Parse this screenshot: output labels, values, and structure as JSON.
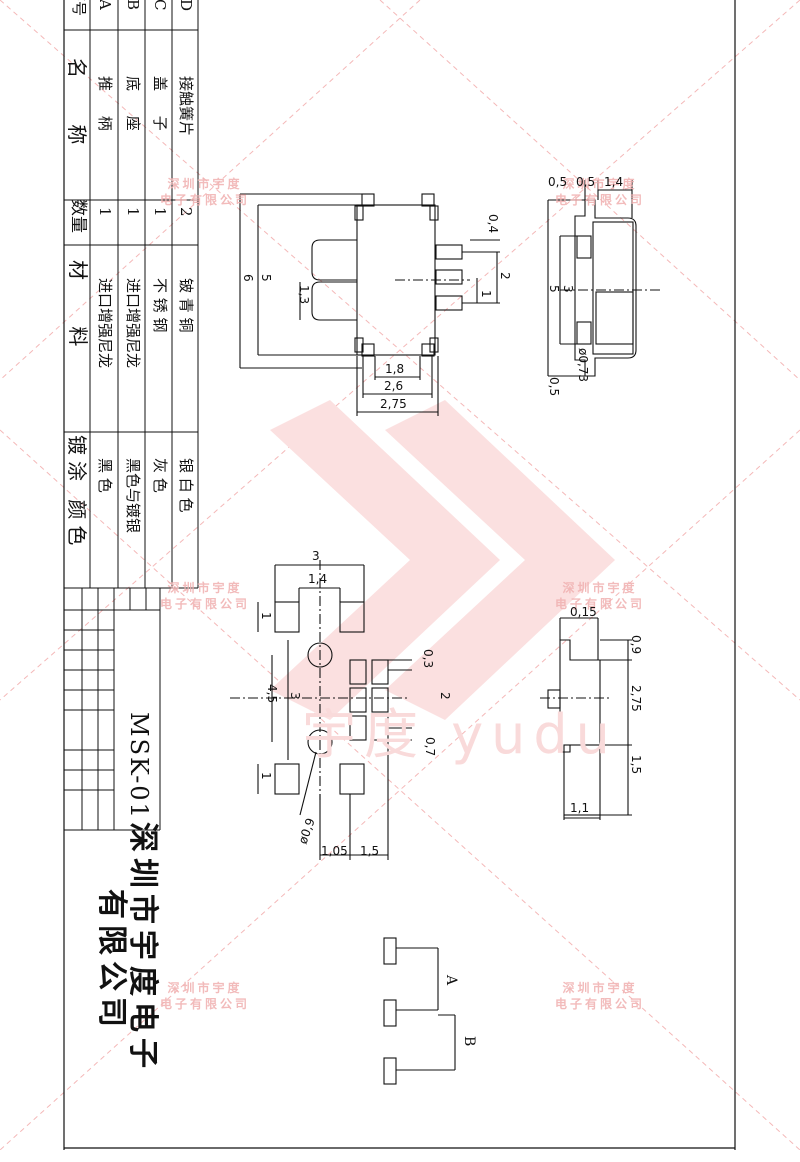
{
  "title_block": {
    "company_line1": "深圳市宇度电子",
    "company_line2": "有限公司",
    "model": "MSK-01"
  },
  "bom": {
    "headers": {
      "index": "序号",
      "name": "名 称",
      "qty": "数量",
      "material": "材 料",
      "coating": "镀涂 颜色"
    },
    "rows": [
      {
        "index": "A",
        "name": "推 柄",
        "qty": "1",
        "material": "进口增强尼龙",
        "coating": "黑 色"
      },
      {
        "index": "B",
        "name": "底 座",
        "qty": "1",
        "material": "进口增强尼龙",
        "coating": "黑色与镀银"
      },
      {
        "index": "C",
        "name": "盖 子",
        "qty": "1",
        "material": "不 锈 钢",
        "coating": "灰 色"
      },
      {
        "index": "D",
        "name": "接触簧片",
        "qty": "2",
        "material": "铍 青 铜",
        "coating": "银 白 色"
      }
    ]
  },
  "watermark": {
    "line1": "深圳市宇度",
    "line2": "电子有限公司",
    "brand": "宇度 yudu"
  },
  "dimensions": {
    "top_view": [
      "0,4",
      "2",
      "1",
      "5",
      "6",
      "1,3",
      "1,8",
      "2,6",
      "2,75"
    ],
    "side_view": [
      "0,5",
      "0,5",
      "1,4",
      "5",
      "3",
      "ø0,73",
      "0,5"
    ],
    "pcb_layout": [
      "3",
      "1,4",
      "1",
      "0,3",
      "2",
      "4,5",
      "3",
      "0,7",
      "1",
      "ø0,9",
      "1,05",
      "1,5"
    ],
    "end_view": [
      "0,15",
      "0,9",
      "2,75",
      "1,5",
      "1,1"
    ]
  },
  "schematic": {
    "label_a": "A",
    "label_b": "B"
  }
}
